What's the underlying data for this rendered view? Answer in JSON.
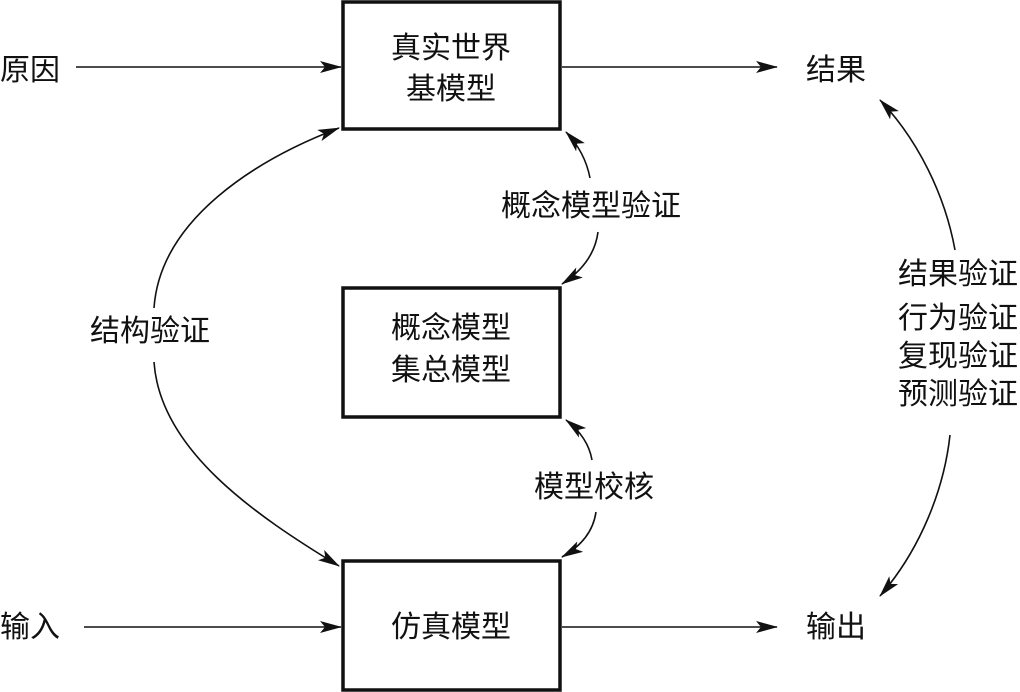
{
  "boxes": {
    "real_world": [
      "真实世界",
      "基模型"
    ],
    "conceptual": [
      "概念模型",
      "集总模型"
    ],
    "simulation": [
      "仿真模型"
    ]
  },
  "io": {
    "cause": "原因",
    "result": "结果",
    "input": "输入",
    "output": "输出"
  },
  "edges": {
    "conceptual_validation": "概念模型验证",
    "model_verification": "模型校核",
    "structural_validation": "结构验证",
    "result_validation": [
      "结果验证",
      "行为验证",
      "复现验证",
      "预测验证"
    ]
  },
  "colors": {
    "ink": "#111111",
    "background": "#ffffff"
  }
}
